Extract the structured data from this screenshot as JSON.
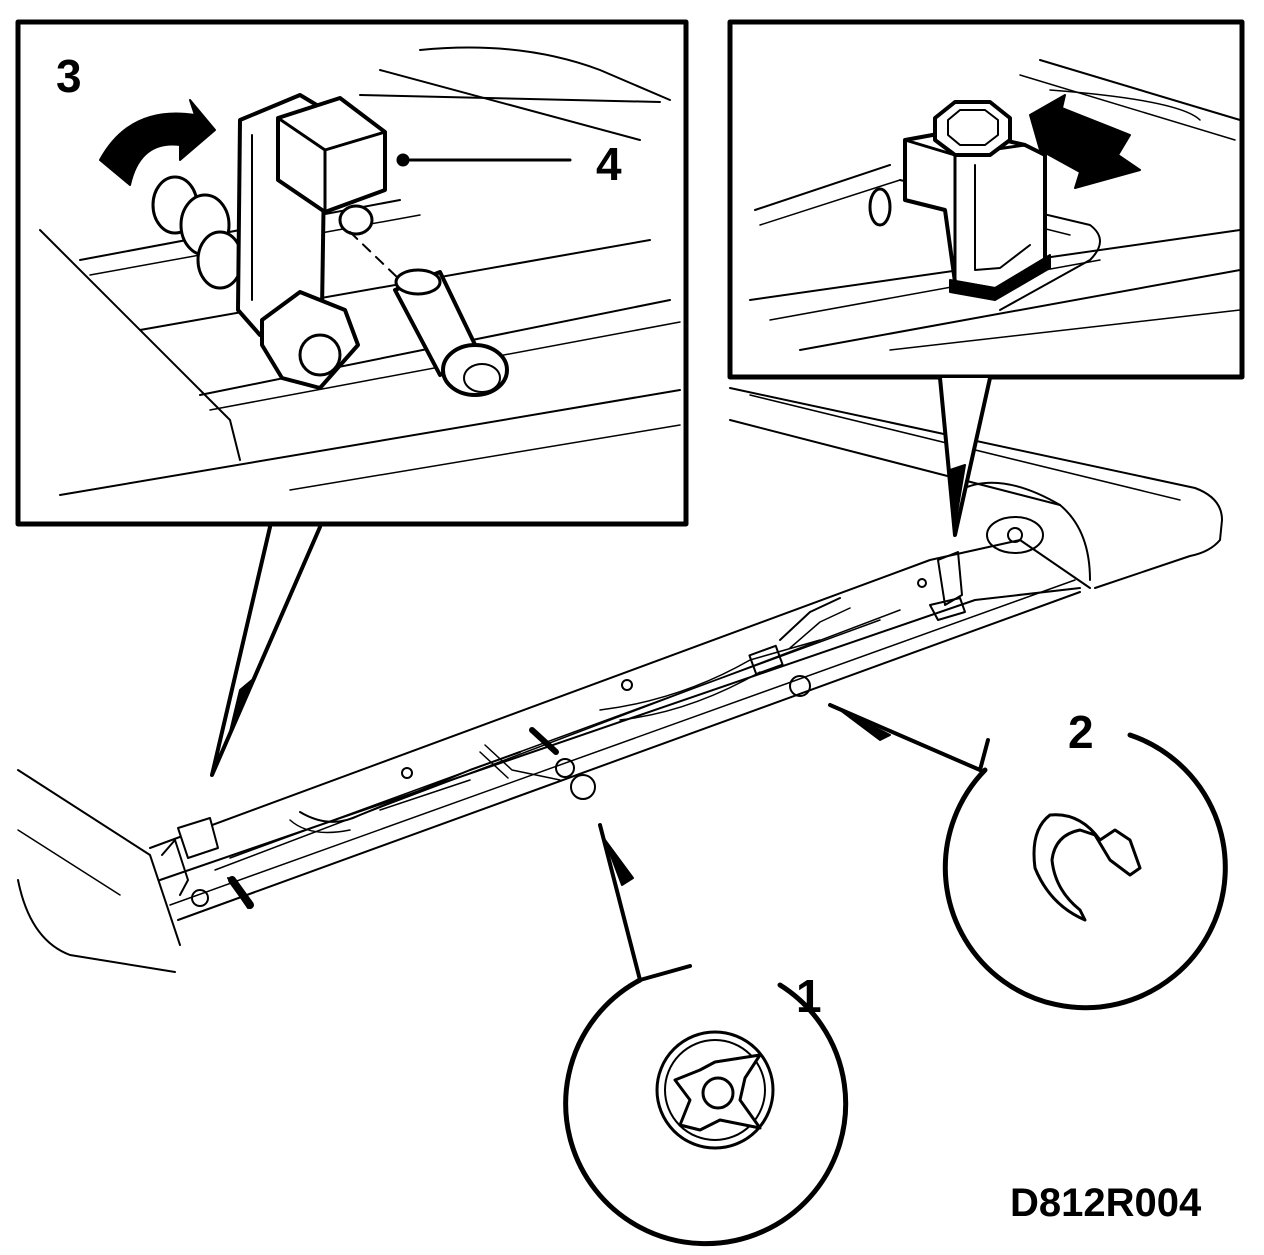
{
  "diagram": {
    "callouts": [
      {
        "id": "1",
        "text": "1"
      },
      {
        "id": "2",
        "text": "2"
      },
      {
        "id": "3",
        "text": "3"
      },
      {
        "id": "4",
        "text": "4"
      }
    ],
    "reference_code": "D812R004",
    "colors": {
      "ink": "#000000",
      "paper": "#ffffff"
    }
  }
}
